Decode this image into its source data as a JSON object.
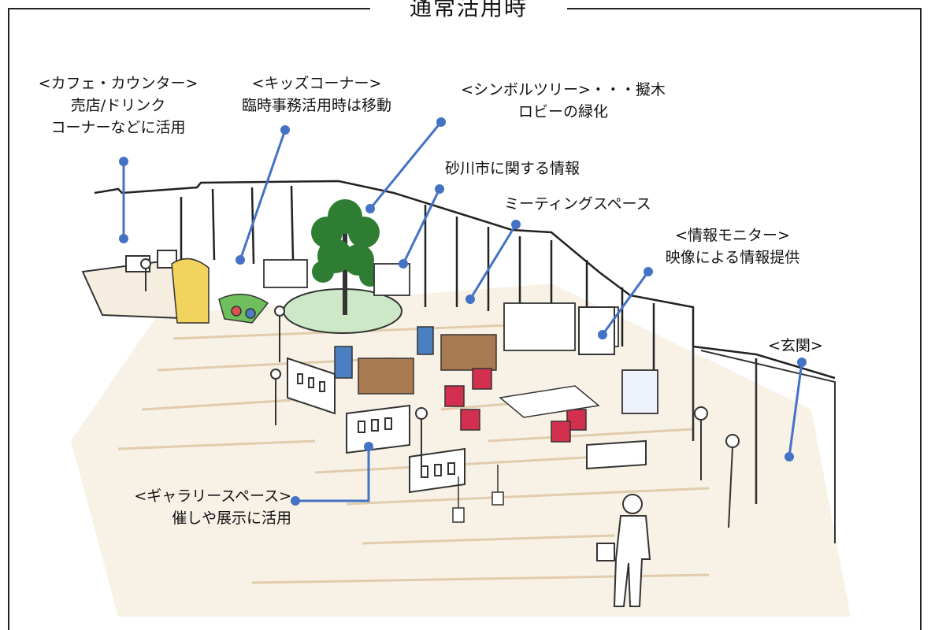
{
  "title": "通常活用時",
  "labels": {
    "cafe": {
      "line1": "<カフェ・カウンター>",
      "line2": "売店/ドリンク",
      "line3": "コーナーなどに活用"
    },
    "kids": {
      "line1": "<キッズコーナー>",
      "line2": "臨時事務活用時は移動"
    },
    "tree": {
      "line1": "<シンボルツリー>・・・擬木",
      "line2": "ロビーの緑化"
    },
    "sunagawa": {
      "line1": "砂川市に関する情報"
    },
    "meeting": {
      "line1": "ミーティングスペース"
    },
    "monitor": {
      "line1": "<情報モニター>",
      "line2": "映像による情報提供"
    },
    "entrance": {
      "line1": "<玄関>"
    },
    "gallery": {
      "line1": "<ギャラリースペース>",
      "line2": "催しや展示に活用"
    }
  },
  "colors": {
    "leader": "#4472c4",
    "floor": "#c9a46c",
    "tree": "#2e7d32",
    "chair_red": "#d32f4f",
    "chair_blue": "#4a7fc1"
  }
}
